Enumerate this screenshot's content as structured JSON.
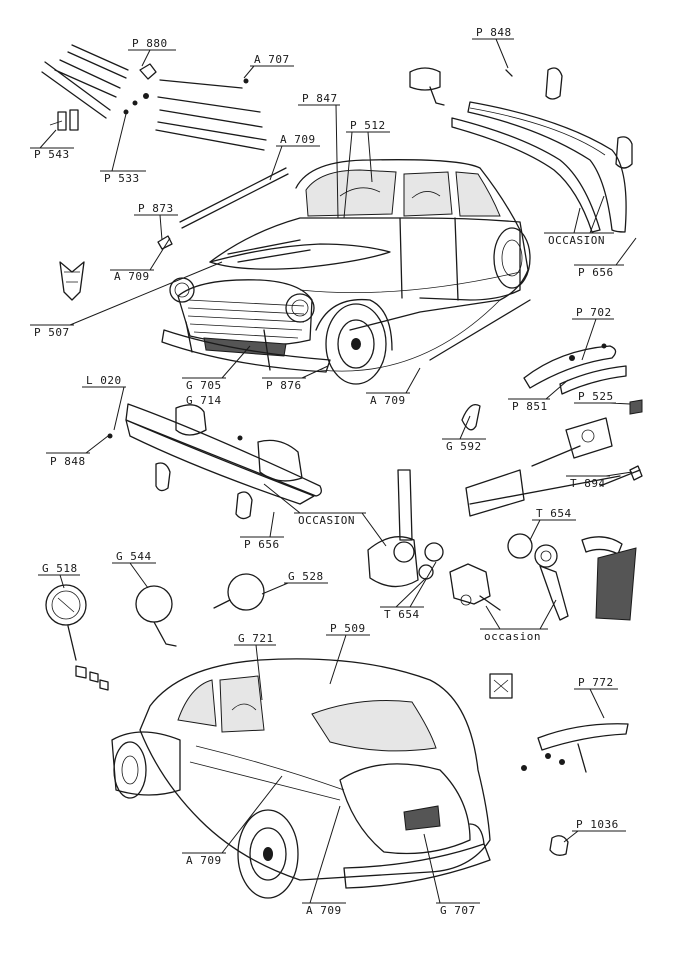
{
  "labels": {
    "p880": "P 880",
    "a707": "A 707",
    "p848_top": "P 848",
    "p543": "P 543",
    "p533": "P 533",
    "p847": "P 847",
    "p512": "P 512",
    "a709_top": "A 709",
    "p873": "P 873",
    "a709_left": "A 709",
    "occasion_top": "OCCASION",
    "p656_right": "P 656",
    "p507": "P 507",
    "p702": "P 702",
    "g705": "G 705",
    "g714": "G 714",
    "p876": "P 876",
    "a709_mid": "A 709",
    "p851": "P 851",
    "p525": "P 525",
    "l020": "L 020",
    "p848_left": "P 848",
    "g592": "G 592",
    "t894": "T 894",
    "occasion_mid": "OCCASION",
    "t654_right": "T 654",
    "p656_mid": "P 656",
    "g518": "G 518",
    "g544": "G 544",
    "g528": "G 528",
    "t654_mid": "T 654",
    "occasion_lower": "occasion",
    "g721": "G 721",
    "p509": "P 509",
    "p772": "P 772",
    "p1036": "P 1036",
    "a709_bl": "A 709",
    "a709_bm": "A 709",
    "g707": "G 707"
  }
}
